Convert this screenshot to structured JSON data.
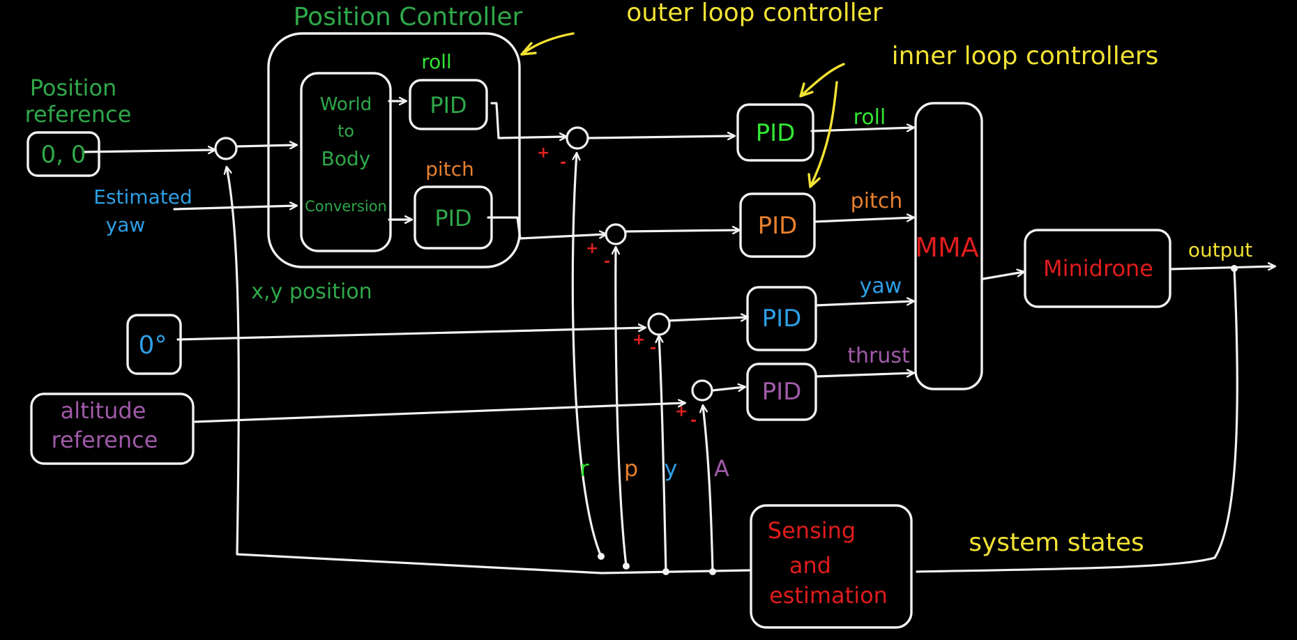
{
  "colors": {
    "background": "#000000",
    "line": "#f2f2f2",
    "green": "#2fa84a",
    "bright_green": "#33e633",
    "yellow": "#f2e233",
    "orange": "#e8802e",
    "blue": "#2e9fe6",
    "purple": "#a05aa8",
    "red": "#e01c1c"
  },
  "labels": {
    "position_controller": "Position Controller",
    "outer_loop": "outer loop controller",
    "inner_loops": "inner loop controllers",
    "position_reference_line1": "Position",
    "position_reference_line2": "reference",
    "position_value": "0, 0",
    "estimated_yaw_line1": "Estimated",
    "estimated_yaw_line2": "yaw",
    "xy_position": "x,y position",
    "yaw_reference": "0°",
    "altitude_reference_line1": "altitude",
    "altitude_reference_line2": "reference",
    "world_line1": "World",
    "world_line2": "to",
    "world_line3": "Body",
    "world_line4": "Conversion",
    "inner_roll": "roll",
    "inner_pitch": "pitch",
    "pid": "PID",
    "out_roll": "roll",
    "out_pitch": "pitch",
    "out_yaw": "yaw",
    "out_thrust": "thrust",
    "mma": "MMA",
    "minidrone": "Minidrone",
    "output": "output",
    "sensing_line1": "Sensing",
    "sensing_line2": "and",
    "sensing_line3": "estimation",
    "system_states": "system states",
    "fb_r": "r",
    "fb_p": "p",
    "fb_y": "y",
    "fb_a": "A",
    "plus": "+",
    "minus": "-"
  }
}
